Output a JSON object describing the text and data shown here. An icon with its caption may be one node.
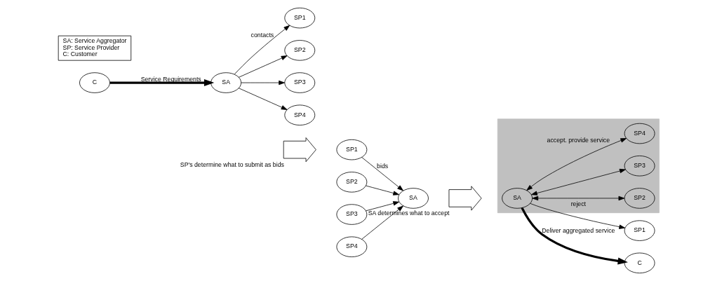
{
  "diagram": {
    "nodes": [
      {
        "text": [
          "C"
        ]
      },
      {
        "text": [
          "SA"
        ]
      },
      {
        "text": [
          "SP1"
        ]
      },
      {
        "text": [
          "SP2"
        ]
      },
      {
        "text": [
          "SP3"
        ]
      },
      {
        "text": [
          "SP4"
        ]
      },
      {
        "text": [],
        "shape": "arrow",
        "beside": [
          "SP's determine what to submit as bids"
        ]
      },
      {
        "text": [
          "SP1"
        ]
      },
      {
        "text": [
          "SA"
        ]
      },
      {
        "text": [
          "SP2"
        ]
      },
      {
        "text": [
          "SP3"
        ]
      },
      {
        "text": [
          "SP4"
        ]
      },
      {
        "text": [],
        "shape": "arrow",
        "beside": [
          "SA determines what to accept"
        ]
      },
      {
        "text": [
          "SP1"
        ]
      },
      {
        "text": [
          "C"
        ]
      },
      {
        "text": [],
        "shape": "box"
      },
      {
        "text": [
          "SA"
        ],
        "in": 15
      },
      {
        "text": [
          "SP2"
        ],
        "in": 15
      },
      {
        "text": [
          "SP3"
        ],
        "in": 15
      },
      {
        "text": [
          "SP4"
        ],
        "in": 15
      },
      {
        "text": [
          "SA: Service Aggregator",
          "SP: Service Provider",
          "C: Customer"
        ]
      }
    ],
    "edges": [
      {
        "from": 0,
        "to": 1,
        "arrow": "to",
        "label": "Service Requirements",
        "style": "thick"
      },
      {
        "from": 1,
        "to": 2,
        "arrow": "to",
        "label": "contacts"
      },
      {
        "from": 1,
        "to": 3,
        "arrow": "to"
      },
      {
        "from": 1,
        "to": 4,
        "arrow": "to"
      },
      {
        "from": 1,
        "to": 5,
        "arrow": "to"
      },
      {
        "from": 7,
        "to": 8,
        "arrow": "to",
        "label": "bids"
      },
      {
        "from": 9,
        "to": 8,
        "arrow": "to"
      },
      {
        "from": 10,
        "to": 8,
        "arrow": "to"
      },
      {
        "from": 11,
        "to": 8,
        "arrow": "to"
      },
      {
        "from": 16,
        "to": 13,
        "arrow": "to",
        "label": "reject"
      },
      {
        "from": 16,
        "to": 14,
        "arrow": "to",
        "label": "Deliver aggregated service",
        "style": "thick"
      },
      {
        "from": 16,
        "to": 17,
        "arrow": "both"
      },
      {
        "from": 16,
        "to": 18,
        "arrow": "both"
      },
      {
        "from": 16,
        "to": 19,
        "arrow": "both",
        "label": "accept. provide service"
      }
    ]
  }
}
